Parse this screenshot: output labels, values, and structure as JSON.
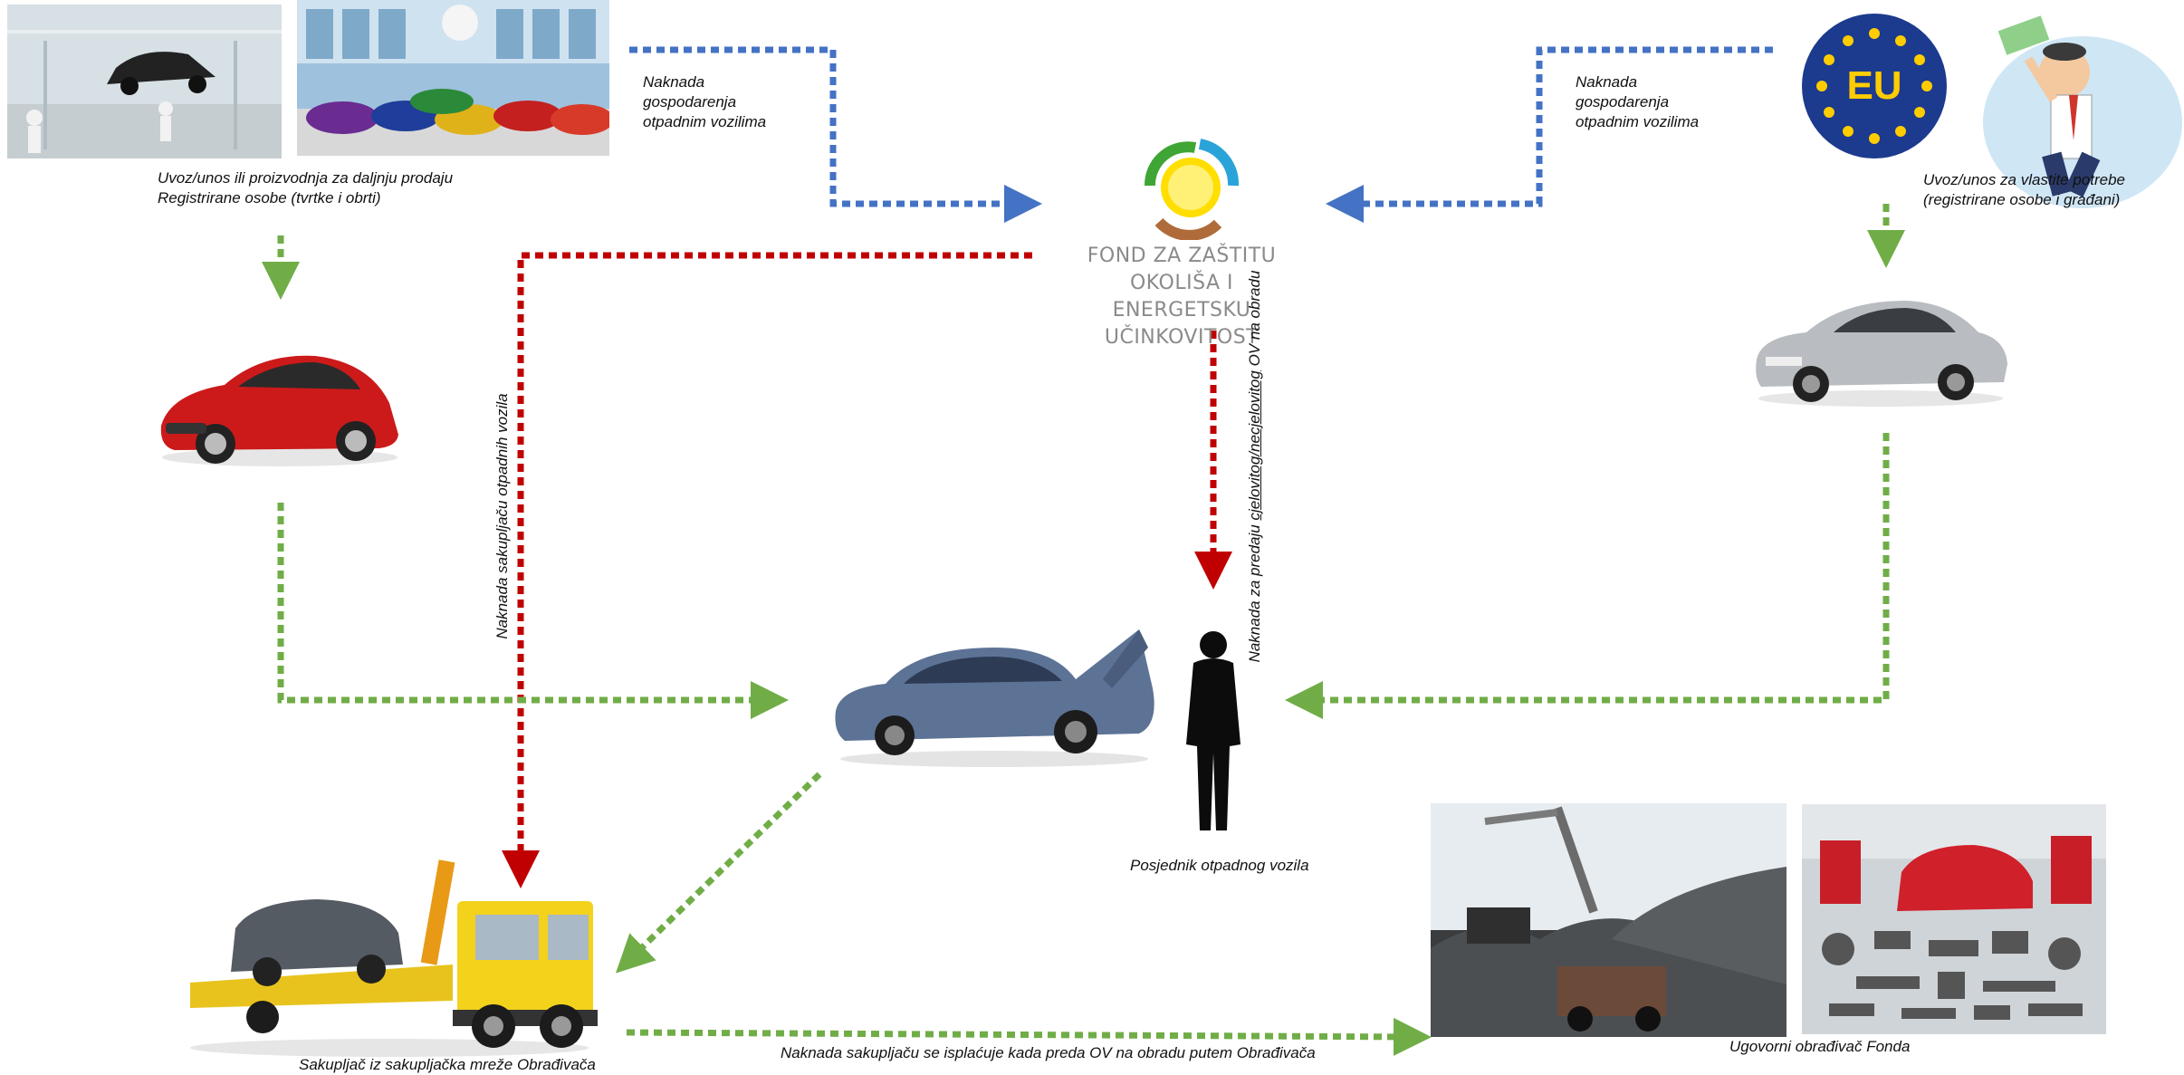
{
  "captions": {
    "producers_line1": "Uvoz/unos ili proizvodnja za daljnju prodaju",
    "producers_line2": "Registrirane osobe (tvrtke i obrti)",
    "fee_left_line1": "Naknada",
    "fee_left_line2": "gospodarenja",
    "fee_left_line3": "otpadnim vozilima",
    "fee_right_line1": "Naknada",
    "fee_right_line2": "gospodarenja",
    "fee_right_line3": "otpadnim vozilima",
    "own_import_line1": "Uvoz/unos za vlastite potrebe",
    "own_import_line2": "(registrirane osobe i građani)",
    "collector_fee_vertical": "Naknada sakupljaču otpadnih vozila",
    "owner_fee_prefix": "Naknada za predaju ",
    "owner_fee_underlined": "cjelovitog/necjelovitog",
    "owner_fee_suffix": " OV na obradu",
    "owner": "Posjednik otpadnog vozila",
    "collector": "Sakupljač iz sakupljačka mreže Obrađivača",
    "collector_paid": "Naknada sakupljaču se isplaćuje kada preda OV na obradu putem Obrađivača",
    "processor": "Ugovorni obrađivač Fonda"
  },
  "fund": {
    "line1": "FOND ZA ZAŠTITU OKOLIŠA I",
    "line2": "ENERGETSKU UČINKOVITOST"
  },
  "eu_badge": "EU",
  "colors": {
    "blue_arrow": "#4472c4",
    "green_arrow": "#70ad47",
    "red_arrow": "#c00000"
  }
}
